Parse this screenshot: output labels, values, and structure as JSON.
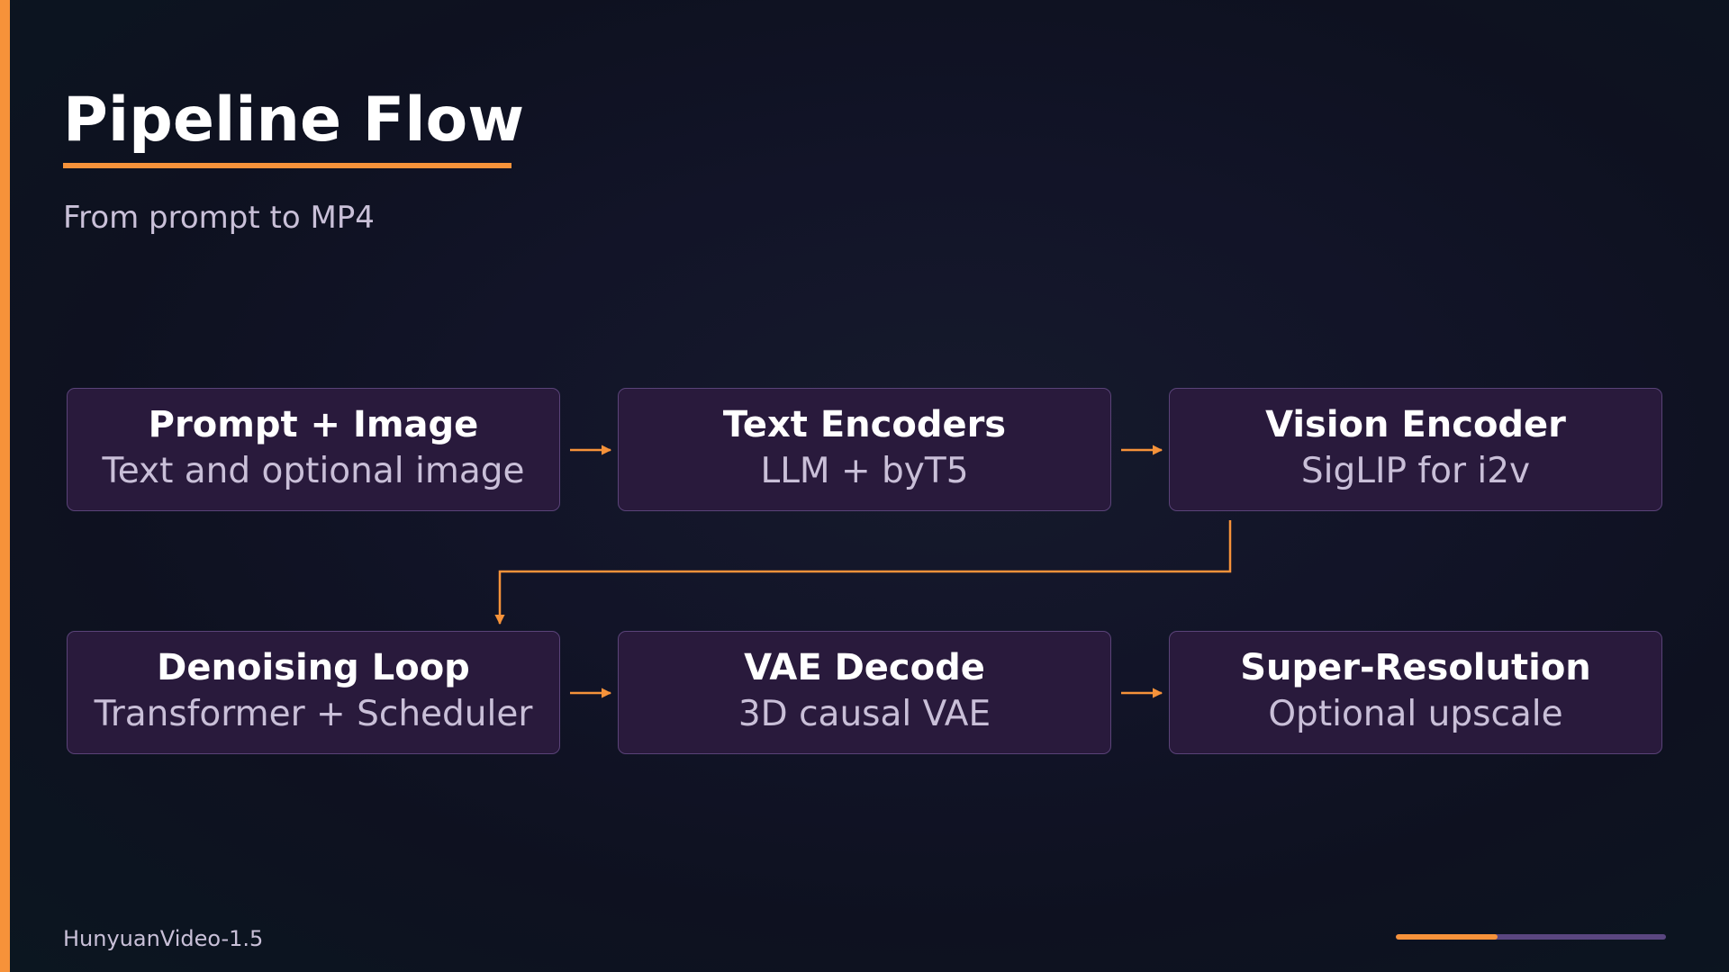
{
  "slide": {
    "title": "Pipeline Flow",
    "subtitle": "From prompt to MP4",
    "footer": "HunyuanVideo-1.5",
    "progress": 0.375,
    "accent_color": "#f6923a",
    "node_fill": "#291a3c",
    "node_border": "#5a4378"
  },
  "pipeline": {
    "nodes": [
      {
        "title": "Prompt + Image",
        "description": "Text and optional image"
      },
      {
        "title": "Text Encoders",
        "description": "LLM + byT5"
      },
      {
        "title": "Vision Encoder",
        "description": "SigLIP for i2v"
      },
      {
        "title": "Denoising Loop",
        "description": "Transformer + Scheduler"
      },
      {
        "title": "VAE Decode",
        "description": "3D causal VAE"
      },
      {
        "title": "Super-Resolution",
        "description": "Optional upscale"
      }
    ]
  }
}
